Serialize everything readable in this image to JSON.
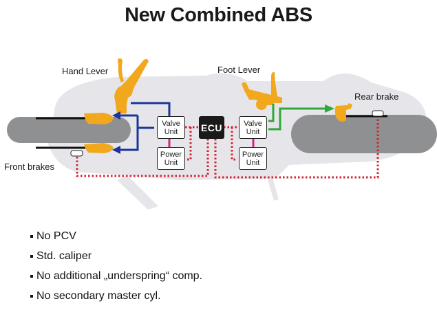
{
  "title": "New Combined ABS",
  "labels": {
    "hand_lever": "Hand Lever",
    "foot_lever": "Foot Lever",
    "rear_brake": "Rear brake",
    "front_brakes": "Front brakes"
  },
  "units": {
    "front_valve": {
      "line1": "Valve",
      "line2": "Unit"
    },
    "front_power": {
      "line1": "Power",
      "line2": "Unit"
    },
    "ecu": "ECU",
    "rear_valve": {
      "line1": "Valve",
      "line2": "Unit"
    },
    "rear_power": {
      "line1": "Power",
      "line2": "Unit"
    }
  },
  "bullets": [
    "No PCV",
    "Std. caliper",
    "No additional „underspring“ comp.",
    "No secondary master cyl."
  ],
  "colors": {
    "front_hydraulic": "#1c3596",
    "rear_hydraulic": "#2ea836",
    "signal": "#d4202c",
    "power_link": "#d6247e",
    "component": "#f2a81d",
    "wheel": "#8f9092",
    "bike_silhouette": "#e6e6ea"
  }
}
